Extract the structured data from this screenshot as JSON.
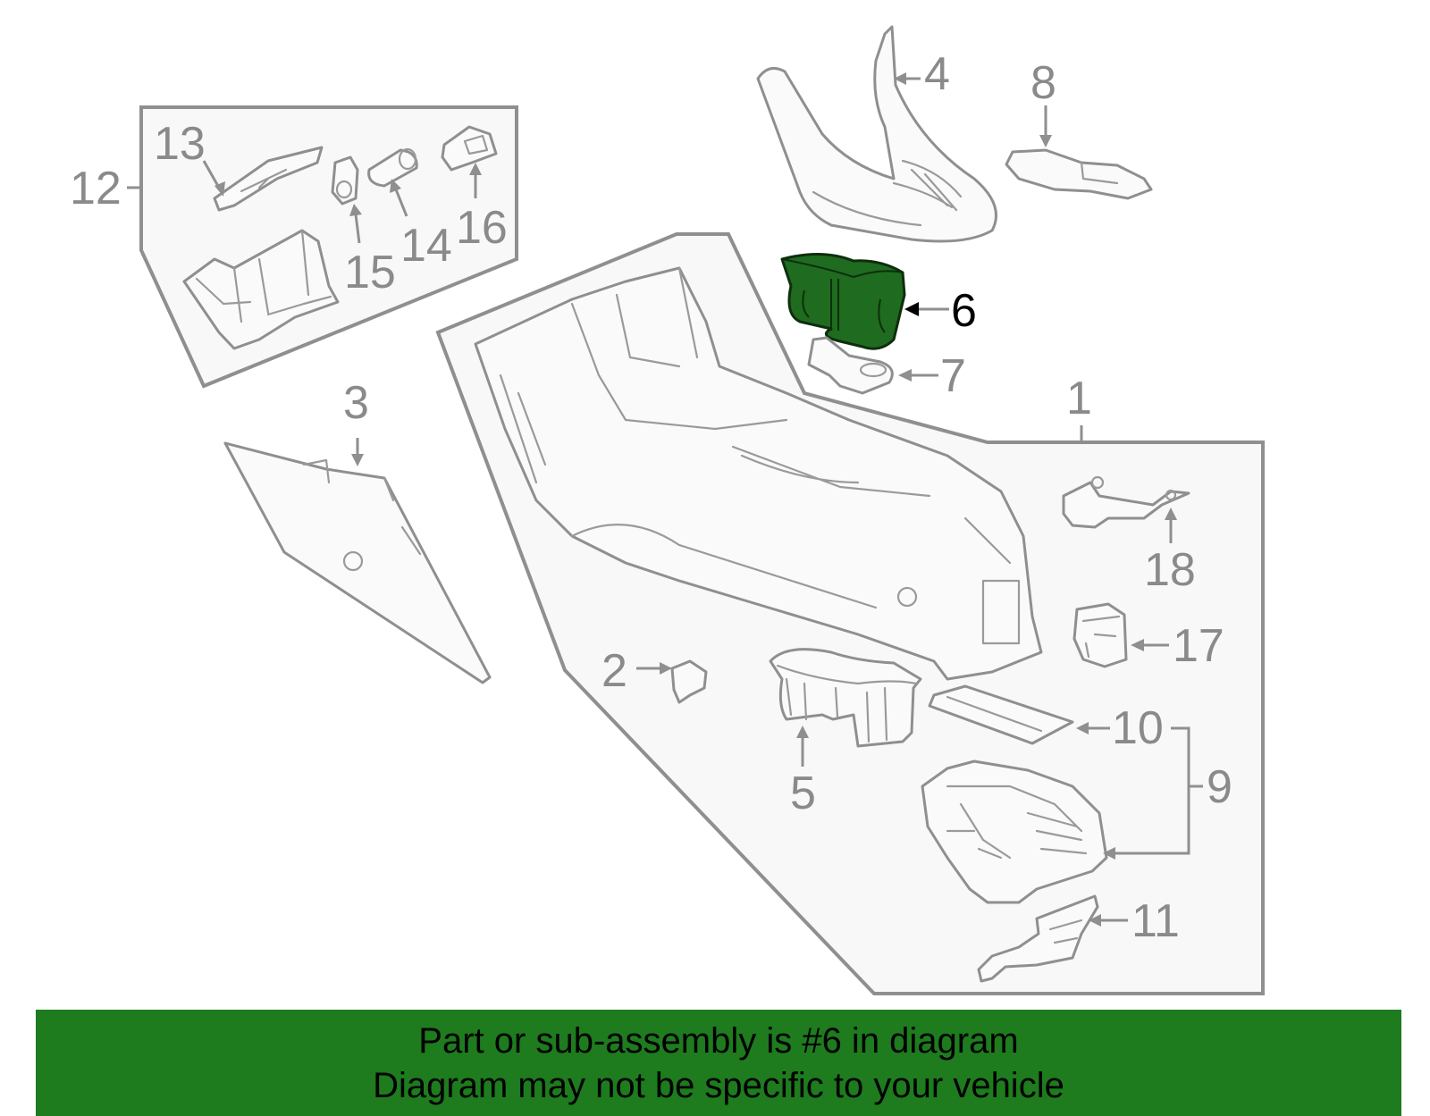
{
  "diagram": {
    "callouts": [
      {
        "id": "1",
        "label": "1"
      },
      {
        "id": "2",
        "label": "2"
      },
      {
        "id": "3",
        "label": "3"
      },
      {
        "id": "4",
        "label": "4"
      },
      {
        "id": "5",
        "label": "5"
      },
      {
        "id": "6",
        "label": "6",
        "selected": true
      },
      {
        "id": "7",
        "label": "7"
      },
      {
        "id": "8",
        "label": "8"
      },
      {
        "id": "9",
        "label": "9"
      },
      {
        "id": "10",
        "label": "10"
      },
      {
        "id": "11",
        "label": "11"
      },
      {
        "id": "12",
        "label": "12"
      },
      {
        "id": "13",
        "label": "13"
      },
      {
        "id": "14",
        "label": "14"
      },
      {
        "id": "15",
        "label": "15"
      },
      {
        "id": "16",
        "label": "16"
      },
      {
        "id": "17",
        "label": "17"
      },
      {
        "id": "18",
        "label": "18"
      }
    ],
    "colors": {
      "line": "#8f8f8f",
      "highlight_part": "#1f6b1f",
      "banner": "#1e7b1e",
      "banner_text": "#000000"
    }
  },
  "banner": {
    "line1": "Part or sub-assembly is #6 in diagram",
    "line2": "Diagram may not be specific to your vehicle"
  }
}
